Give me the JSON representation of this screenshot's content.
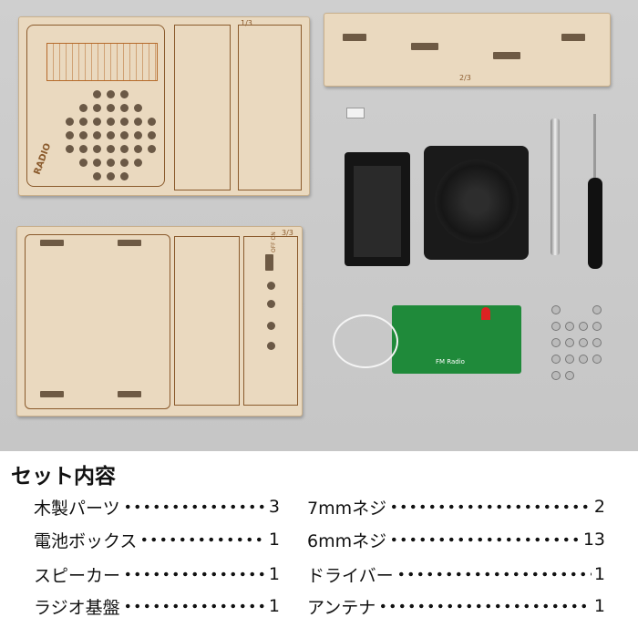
{
  "photo": {
    "panel1_page": "1/3",
    "panel1_logo": "RADIO",
    "panel2_page": "2/3",
    "panel3_page": "3/3",
    "switch_label": "OFF ON",
    "pcb_label": "FM Radio"
  },
  "contents": {
    "title": "セット内容",
    "left": [
      {
        "label": "木製パーツ",
        "count": "3"
      },
      {
        "label": "電池ボックス",
        "count": "1"
      },
      {
        "label": "スピーカー",
        "count": "1"
      },
      {
        "label": "ラジオ基盤",
        "count": "1"
      }
    ],
    "right": [
      {
        "label": "7mmネジ",
        "count": "2"
      },
      {
        "label": "6mmネジ",
        "count": "13"
      },
      {
        "label": "ドライバー",
        "count": "1"
      },
      {
        "label": "アンテナ",
        "count": "1"
      }
    ]
  }
}
